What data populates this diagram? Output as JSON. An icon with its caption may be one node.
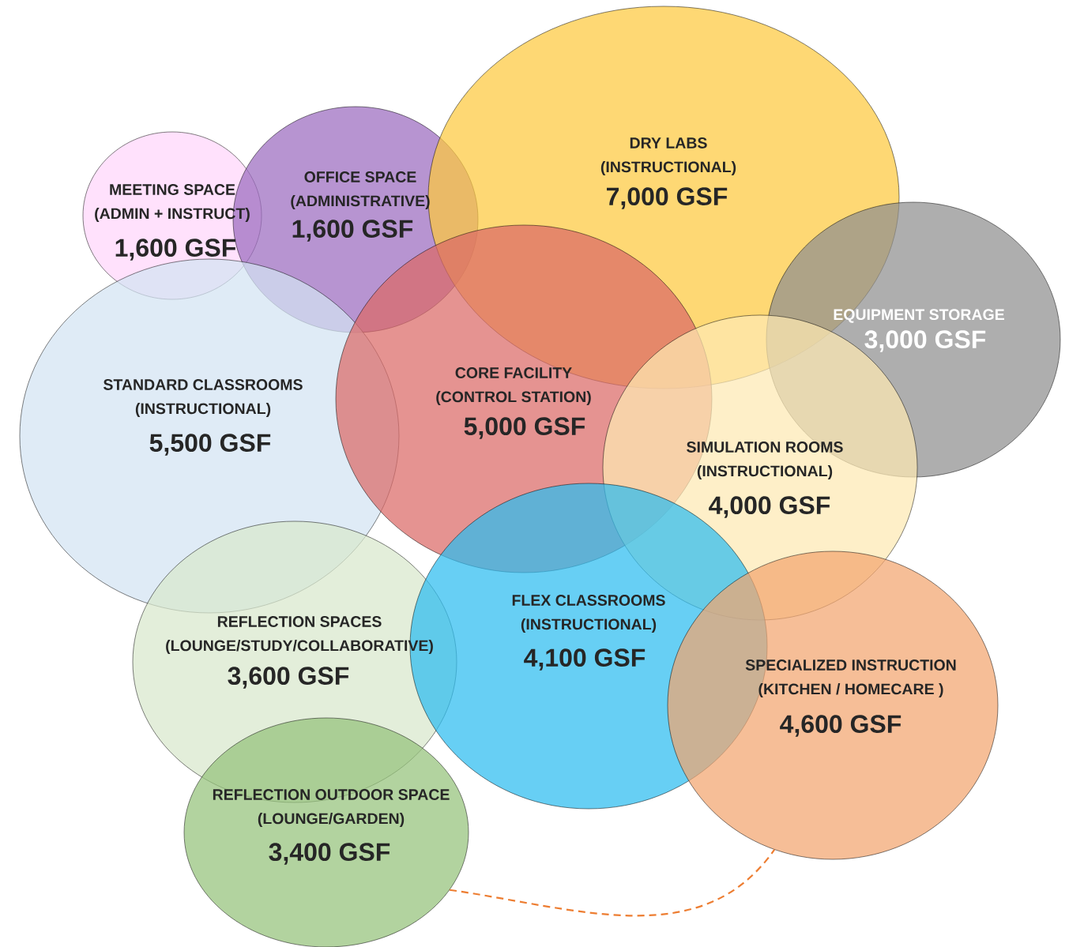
{
  "diagram": {
    "nodes": [
      {
        "text": [
          "MEETING SPACE",
          "(ADMIN + INSTRUCT)",
          "1,600 GSF"
        ]
      },
      {
        "text": [
          "OFFICE SPACE",
          "(ADMINISTRATIVE)",
          "1,600 GSF"
        ]
      },
      {
        "text": [
          "DRY LABS",
          "(INSTRUCTIONAL)",
          "7,000 GSF"
        ]
      },
      {
        "text": [
          "EQUIPMENT STORAGE",
          "3,000 GSF"
        ]
      },
      {
        "text": [
          "STANDARD CLASSROOMS",
          "(INSTRUCTIONAL)",
          "5,500 GSF"
        ]
      },
      {
        "text": [
          "CORE FACILITY",
          "(CONTROL STATION)",
          "5,000 GSF"
        ]
      },
      {
        "text": [
          "SIMULATION ROOMS",
          "(INSTRUCTIONAL)",
          "4,000 GSF"
        ]
      },
      {
        "text": [
          "REFLECTION SPACES",
          "(LOUNGE/STUDY/COLLABORATIVE)",
          "3,600 GSF"
        ]
      },
      {
        "text": [
          "FLEX CLASSROOMS",
          "(INSTRUCTIONAL)",
          "4,100 GSF"
        ]
      },
      {
        "text": [
          "SPECIALIZED INSTRUCTION",
          "(KITCHEN / HOMECARE )",
          "4,600 GSF"
        ]
      },
      {
        "text": [
          "REFLECTION OUTDOOR SPACE",
          "(LOUNGE/GARDEN)",
          "3,400 GSF"
        ]
      }
    ],
    "edges": [
      {
        "from": 10,
        "to": 9,
        "arrow": "none",
        "style": "dashed",
        "color": "#ed7d31"
      }
    ]
  }
}
